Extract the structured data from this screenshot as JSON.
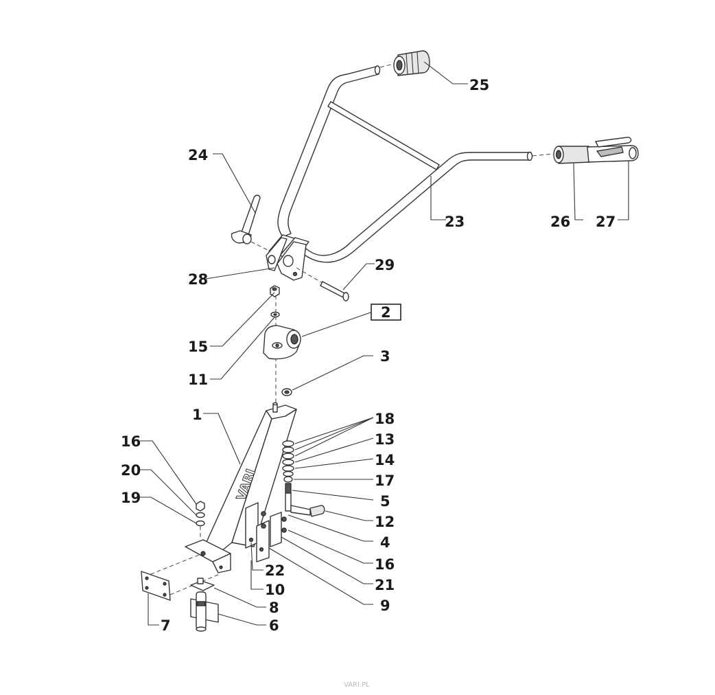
{
  "diagram": {
    "labels": [
      {
        "id": "25",
        "text": "25"
      },
      {
        "id": "24",
        "text": "24"
      },
      {
        "id": "23",
        "text": "23"
      },
      {
        "id": "26",
        "text": "26"
      },
      {
        "id": "27",
        "text": "27"
      },
      {
        "id": "28",
        "text": "28"
      },
      {
        "id": "29",
        "text": "29"
      },
      {
        "id": "2",
        "text": "2"
      },
      {
        "id": "15",
        "text": "15"
      },
      {
        "id": "11",
        "text": "11"
      },
      {
        "id": "3",
        "text": "3"
      },
      {
        "id": "1",
        "text": "1"
      },
      {
        "id": "18",
        "text": "18"
      },
      {
        "id": "13",
        "text": "13"
      },
      {
        "id": "14",
        "text": "14"
      },
      {
        "id": "17",
        "text": "17"
      },
      {
        "id": "5",
        "text": "5"
      },
      {
        "id": "12",
        "text": "12"
      },
      {
        "id": "4",
        "text": "4"
      },
      {
        "id": "16a",
        "text": "16"
      },
      {
        "id": "21",
        "text": "21"
      },
      {
        "id": "9",
        "text": "9"
      },
      {
        "id": "16b",
        "text": "16"
      },
      {
        "id": "20",
        "text": "20"
      },
      {
        "id": "19",
        "text": "19"
      },
      {
        "id": "22",
        "text": "22"
      },
      {
        "id": "10",
        "text": "10"
      },
      {
        "id": "8",
        "text": "8"
      },
      {
        "id": "6",
        "text": "6"
      },
      {
        "id": "7",
        "text": "7"
      }
    ],
    "watermark": "VARI.PL",
    "stem_brand": "VARI"
  }
}
